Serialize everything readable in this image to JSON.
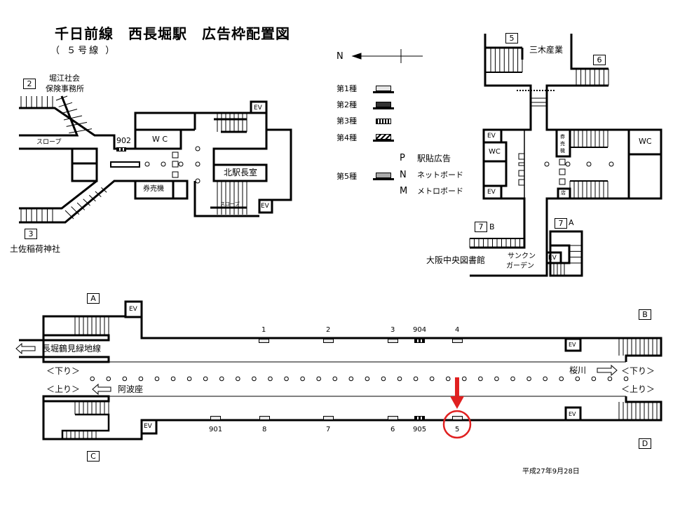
{
  "header": {
    "title": "千日前線　西長堀駅　広告枠配置図",
    "subtitle": "（ ５号線 ）"
  },
  "legend": {
    "north": "N",
    "types": [
      {
        "label": "第1種",
        "color": "#e6e6e6"
      },
      {
        "label": "第2種",
        "color": "#333333"
      },
      {
        "label": "第3種",
        "color": "striped"
      },
      {
        "label": "第4種",
        "color": "hatched"
      },
      {
        "label": "第5種",
        "color": "#aaaaaa"
      }
    ],
    "codes": [
      {
        "code": "P",
        "label": "駅貼広告"
      },
      {
        "code": "N",
        "label": "ネットボード"
      },
      {
        "code": "M",
        "label": "メトロボード"
      }
    ]
  },
  "concourse_west": {
    "exit2": "2",
    "exit2_place": "堀江社会",
    "exit2_place2": "保険事務所",
    "exit3": "3",
    "exit3_place": "土佐稲荷神社",
    "slope": "スロープ",
    "ad902": "902",
    "wc": "W C",
    "ticket": "券売機",
    "office": "北駅長室",
    "slope2": "スロープ",
    "ev1": "EV",
    "ev2": "EV"
  },
  "concourse_east": {
    "exit5": "5",
    "exit6": "6",
    "place56": "三木産業",
    "ev1": "EV",
    "ev2": "EV",
    "wc_left": "WC",
    "wc_right": "WC",
    "ticket": "券売機",
    "shop": "店",
    "exit7b": "7",
    "exit7b_suffix": "B",
    "exit7a": "7",
    "exit7a_suffix": "A",
    "library": "大阪中央図書館",
    "sunken1": "サンクン",
    "sunken2": "ガーデン",
    "ev3": "EV"
  },
  "platform": {
    "exitA": "A",
    "exitB": "B",
    "exitC": "C",
    "exitD": "D",
    "ev": "EV",
    "transfer": "長堀鶴見緑地線",
    "down_left": "＜下り＞",
    "up_left": "＜上り＞",
    "down_right": "＜下り＞",
    "up_right": "＜上り＞",
    "toward_west": "阿波座",
    "toward_east": "桜川",
    "top_ads": [
      {
        "id": "1",
        "type": "第1種"
      },
      {
        "id": "2",
        "type": "第1種"
      },
      {
        "id": "3",
        "type": "第1種"
      },
      {
        "id": "904",
        "type": "第3種"
      },
      {
        "id": "4",
        "type": "第1種"
      }
    ],
    "bottom_ads": [
      {
        "id": "901",
        "type": "第1種"
      },
      {
        "id": "8",
        "type": "第1種"
      },
      {
        "id": "7",
        "type": "第1種"
      },
      {
        "id": "6",
        "type": "第1種"
      },
      {
        "id": "905",
        "type": "第3種"
      },
      {
        "id": "5",
        "type": "第1種",
        "highlighted": true
      }
    ],
    "highlight_color": "#e02020"
  },
  "footer": {
    "date": "平成27年9月28日"
  }
}
